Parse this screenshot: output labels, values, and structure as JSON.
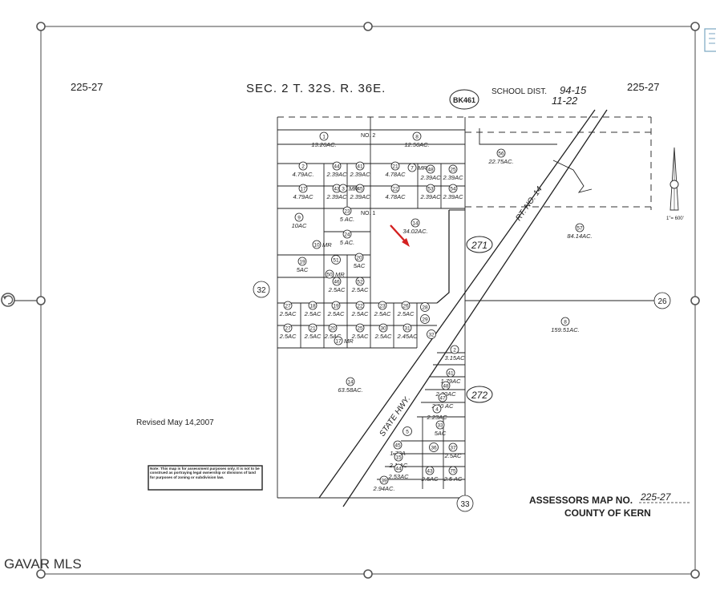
{
  "header": {
    "map_id_left": "225-27",
    "section_line": "SEC. 2  T. 32S.  R. 36E.",
    "book": "BK461",
    "school_dist_label": "SCHOOL DIST.",
    "school_dist_value": "94-15",
    "school_dist_sub": "11-22",
    "map_id_right": "225-27"
  },
  "scale_label": "1\"= 600'",
  "revised": "Revised May 14,2007",
  "note": "Note: This map is for assessment purposes only. It is not to be construed as portraying legal ownership or divisions of land for purposes of zoning or subdivision law.",
  "footer": {
    "assessor_label": "ASSESSORS MAP NO.",
    "assessor_no": "225-27",
    "county": "COUNTY OF KERN"
  },
  "watermark": "GAVAR MLS",
  "adjacent_sections": [
    "32",
    "26",
    "33"
  ],
  "block_labels": [
    "271",
    "272"
  ],
  "road_labels": [
    "STATE HWY.",
    "RT. NO. 14"
  ],
  "subdivision_labels": [
    "NO. 2",
    "NO. 1"
  ],
  "parcels": [
    {
      "num": "1",
      "acres": "13.26AC."
    },
    {
      "num": "8",
      "acres": "12.56AC."
    },
    {
      "num": "2",
      "acres": "4.79AC."
    },
    {
      "num": "44",
      "acres": "2.39AC"
    },
    {
      "num": "41",
      "acres": "2.39AC"
    },
    {
      "num": "21",
      "acres": "4.78AC"
    },
    {
      "num": "48",
      "acres": "2.39AC"
    },
    {
      "num": "25",
      "acres": "2.39AC"
    },
    {
      "num": "17",
      "acres": "4.79AC"
    },
    {
      "num": "43",
      "acres": "2.39AC"
    },
    {
      "num": "45",
      "acres": "2.39AC"
    },
    {
      "num": "22",
      "acres": "4.78AC"
    },
    {
      "num": "53",
      "acres": "2.39AC"
    },
    {
      "num": "54",
      "acres": "2.39AC"
    },
    {
      "num": "56",
      "acres": "22.75AC."
    },
    {
      "num": "9",
      "acres": "10AC"
    },
    {
      "num": "23",
      "acres": "5 AC."
    },
    {
      "num": "24",
      "acres": "5 AC."
    },
    {
      "num": "14",
      "acres": "34.02AC."
    },
    {
      "num": "57",
      "acres": "84.14AC."
    },
    {
      "num": "19",
      "acres": "5AC"
    },
    {
      "num": "20",
      "acres": "5AC"
    },
    {
      "num": "46",
      "acres": "2.5AC"
    },
    {
      "num": "52",
      "acres": "2.5AC"
    },
    {
      "num": "27",
      "acres": "2.5AC"
    },
    {
      "num": "18",
      "acres": "2.5AC"
    },
    {
      "num": "19",
      "acres": "2.5AC"
    },
    {
      "num": "22",
      "acres": "2.5AC"
    },
    {
      "num": "23",
      "acres": "2.5AC"
    },
    {
      "num": "26",
      "acres": "2.5AC"
    },
    {
      "num": "27",
      "acres": "2.5AC"
    },
    {
      "num": "21",
      "acres": "2.5AC"
    },
    {
      "num": "20",
      "acres": "2.5AC"
    },
    {
      "num": "25",
      "acres": "2.5AC"
    },
    {
      "num": "30",
      "acres": "2.5AC"
    },
    {
      "num": "31",
      "acres": "2.45AC"
    },
    {
      "num": "8",
      "acres": "159.51AC."
    },
    {
      "num": "14",
      "acres": "63.58AC."
    },
    {
      "num": "2",
      "acres": "3.15AC"
    },
    {
      "num": "41",
      "acres": "1.79AC"
    },
    {
      "num": "48",
      "acres": "2.20AC"
    },
    {
      "num": "47",
      "acres": "2.60 AC"
    },
    {
      "num": "4",
      "acres": "2.23AC"
    },
    {
      "num": "33",
      "acres": "5AC"
    },
    {
      "num": "45",
      "acres": "1.72A"
    },
    {
      "num": "37",
      "acres": "2.5AC"
    },
    {
      "num": "15",
      "acres": "2.1 AC"
    },
    {
      "num": "44",
      "acres": "2.53AC"
    },
    {
      "num": "43",
      "acres": "2.5AC"
    },
    {
      "num": "75",
      "acres": "2.5 AC"
    },
    {
      "num": "39",
      "acres": "2.94AC."
    }
  ],
  "mr_labels": [
    {
      "num": "7",
      "text": "MR"
    },
    {
      "num": "3",
      "text": "MR"
    },
    {
      "num": "10",
      "text": "MR"
    },
    {
      "num": "50",
      "text": "MR"
    },
    {
      "num": "17",
      "text": "MR"
    }
  ],
  "plain_circles": [
    "51",
    "28",
    "29",
    "32",
    "5",
    "36"
  ],
  "colors": {
    "ink": "#222222",
    "arrow": "#d42020",
    "selection": "#666666"
  }
}
